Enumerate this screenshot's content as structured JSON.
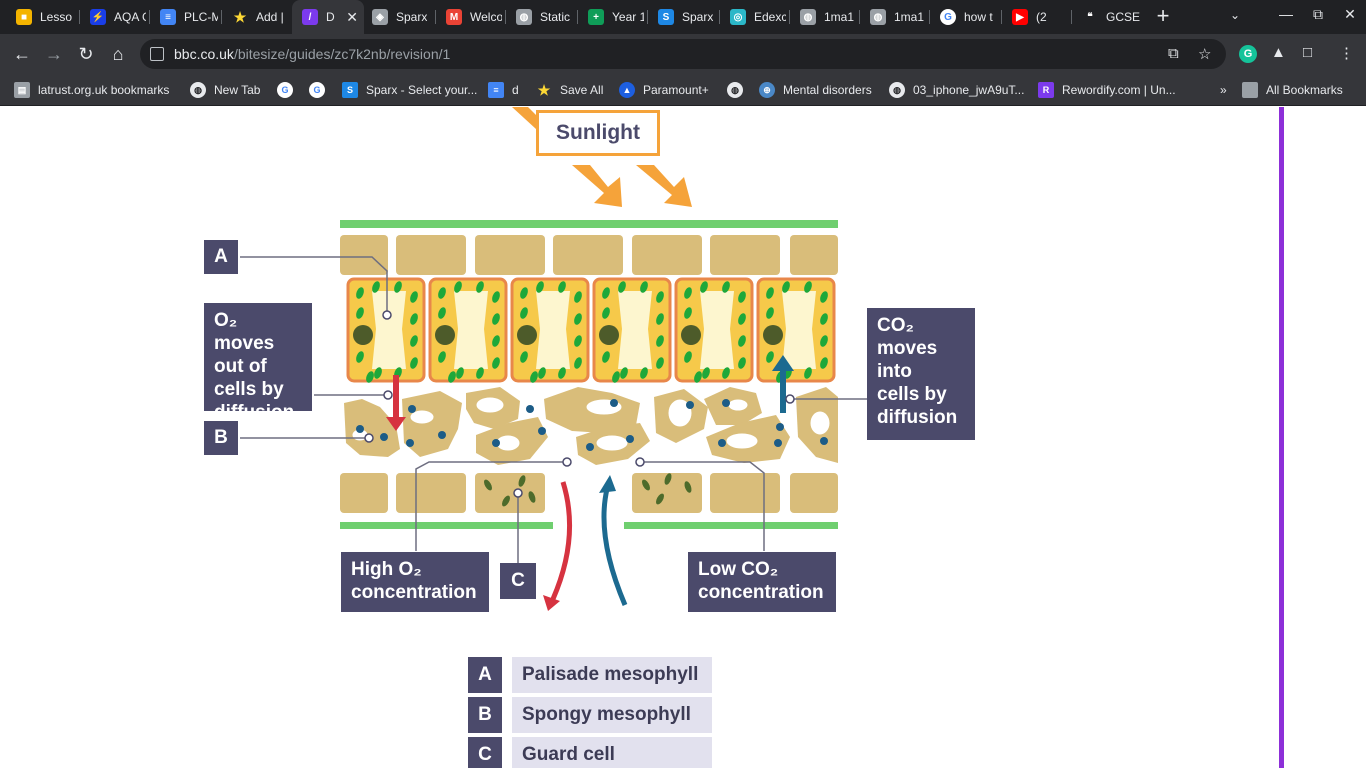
{
  "browser": {
    "tabs": [
      {
        "title": "Lesso",
        "icon": "slides-icon",
        "color": "#f4b400",
        "active": false
      },
      {
        "title": "AQA G",
        "icon": "lightning-icon",
        "color": "#1a3ee8",
        "active": false
      },
      {
        "title": "PLC-M",
        "icon": "docs-icon",
        "color": "#4285f4",
        "active": false
      },
      {
        "title": "Add |",
        "icon": "star-icon",
        "color": "#fdd835",
        "active": false
      },
      {
        "title": "D",
        "icon": "seneca-icon",
        "color": "#7c3aed",
        "active": true
      },
      {
        "title": "Sparx",
        "icon": "layers-icon",
        "color": "#9aa0a6",
        "active": false
      },
      {
        "title": "Welco",
        "icon": "gmail-icon",
        "color": "#ea4335",
        "active": false
      },
      {
        "title": "Static",
        "icon": "globe-icon",
        "color": "#9aa0a6",
        "active": false
      },
      {
        "title": "Year 1",
        "icon": "sheets-icon",
        "color": "#0f9d58",
        "active": false
      },
      {
        "title": "Sparx",
        "icon": "sparx-icon",
        "color": "#1e88e5",
        "active": false
      },
      {
        "title": "Edexc",
        "icon": "edexcel-icon",
        "color": "#2bb7c8",
        "active": false
      },
      {
        "title": "1ma1",
        "icon": "globe-icon",
        "color": "#9aa0a6",
        "active": false
      },
      {
        "title": "1ma1",
        "icon": "globe-icon",
        "color": "#9aa0a6",
        "active": false
      },
      {
        "title": "how t",
        "icon": "google-icon",
        "color": "#ffffff",
        "active": false
      },
      {
        "title": "(2",
        "icon": "youtube-icon",
        "color": "#ff0000",
        "active": false
      },
      {
        "title": "GCSE",
        "icon": "quote-icon",
        "color": "#202124",
        "active": false
      }
    ],
    "url_host": "bbc.co.uk",
    "url_path": "/bitesize/guides/zc7k2nb/revision/1",
    "bookmarks": [
      {
        "label": "latrust.org.uk bookmarks",
        "icon": "bookmark-folder-icon"
      },
      {
        "label": "New Tab",
        "icon": "globe-icon"
      },
      {
        "label": "",
        "icon": "google-icon"
      },
      {
        "label": "",
        "icon": "google-icon"
      },
      {
        "label": "Sparx - Select your...",
        "icon": "sparx-icon"
      },
      {
        "label": "d",
        "icon": "docs-icon"
      },
      {
        "label": "Save All",
        "icon": "star-icon"
      },
      {
        "label": "Paramount+",
        "icon": "paramount-icon"
      },
      {
        "label": "",
        "icon": "globe-icon"
      },
      {
        "label": "Mental disorders",
        "icon": "who-icon"
      },
      {
        "label": "03_iphone_jwA9uT...",
        "icon": "globe-icon"
      },
      {
        "label": "Rewordify.com | Un...",
        "icon": "rewordify-icon"
      }
    ],
    "all_bookmarks": "All Bookmarks"
  },
  "diagram": {
    "sunlight": "Sunlight",
    "callouts": {
      "o2_out_lines": [
        "O₂ moves",
        "out of",
        "cells by",
        "diffusion"
      ],
      "co2_in_lines": [
        "CO₂",
        "moves",
        "into",
        "cells by",
        "diffusion"
      ],
      "high_o2_lines": [
        "High O₂",
        "concentration"
      ],
      "low_co2_lines": [
        "Low CO₂",
        "concentration"
      ]
    },
    "letters": {
      "a": "A",
      "b": "B",
      "c": "C"
    },
    "colors": {
      "label_bg": "#4b4a6b",
      "sun_orange": "#f5a33a",
      "cuticle_green": "#6fcf6f",
      "o2_red": "#d63340",
      "co2_blue": "#1c6a90"
    }
  },
  "key": [
    {
      "letter": "A",
      "text": "Palisade mesophyll"
    },
    {
      "letter": "B",
      "text": "Spongy mesophyll"
    },
    {
      "letter": "C",
      "text": "Guard cell"
    }
  ]
}
